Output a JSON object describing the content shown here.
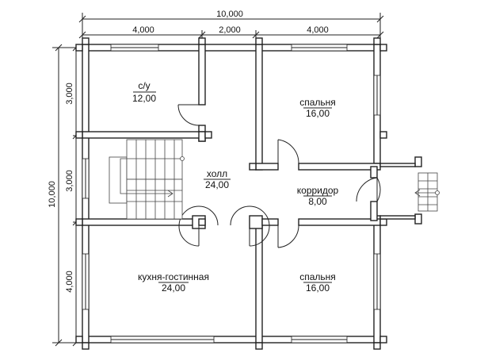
{
  "dimensions": {
    "top_total": "10,000",
    "top_segments": [
      "4,000",
      "2,000",
      "4,000"
    ],
    "left_total": "10,000",
    "left_segments": [
      "3,000",
      "3,000",
      "4,000"
    ]
  },
  "rooms": {
    "bathroom": {
      "name": "с/у",
      "area": "12,00"
    },
    "bedroom1": {
      "name": "спальня",
      "area": "16,00"
    },
    "hall": {
      "name": "холл",
      "area": "24,00"
    },
    "corridor": {
      "name": "корридор",
      "area": "8,00"
    },
    "kitchen": {
      "name": "кухня-гостинная",
      "area": "24,00"
    },
    "bedroom2": {
      "name": "спальня",
      "area": "16,00"
    }
  }
}
